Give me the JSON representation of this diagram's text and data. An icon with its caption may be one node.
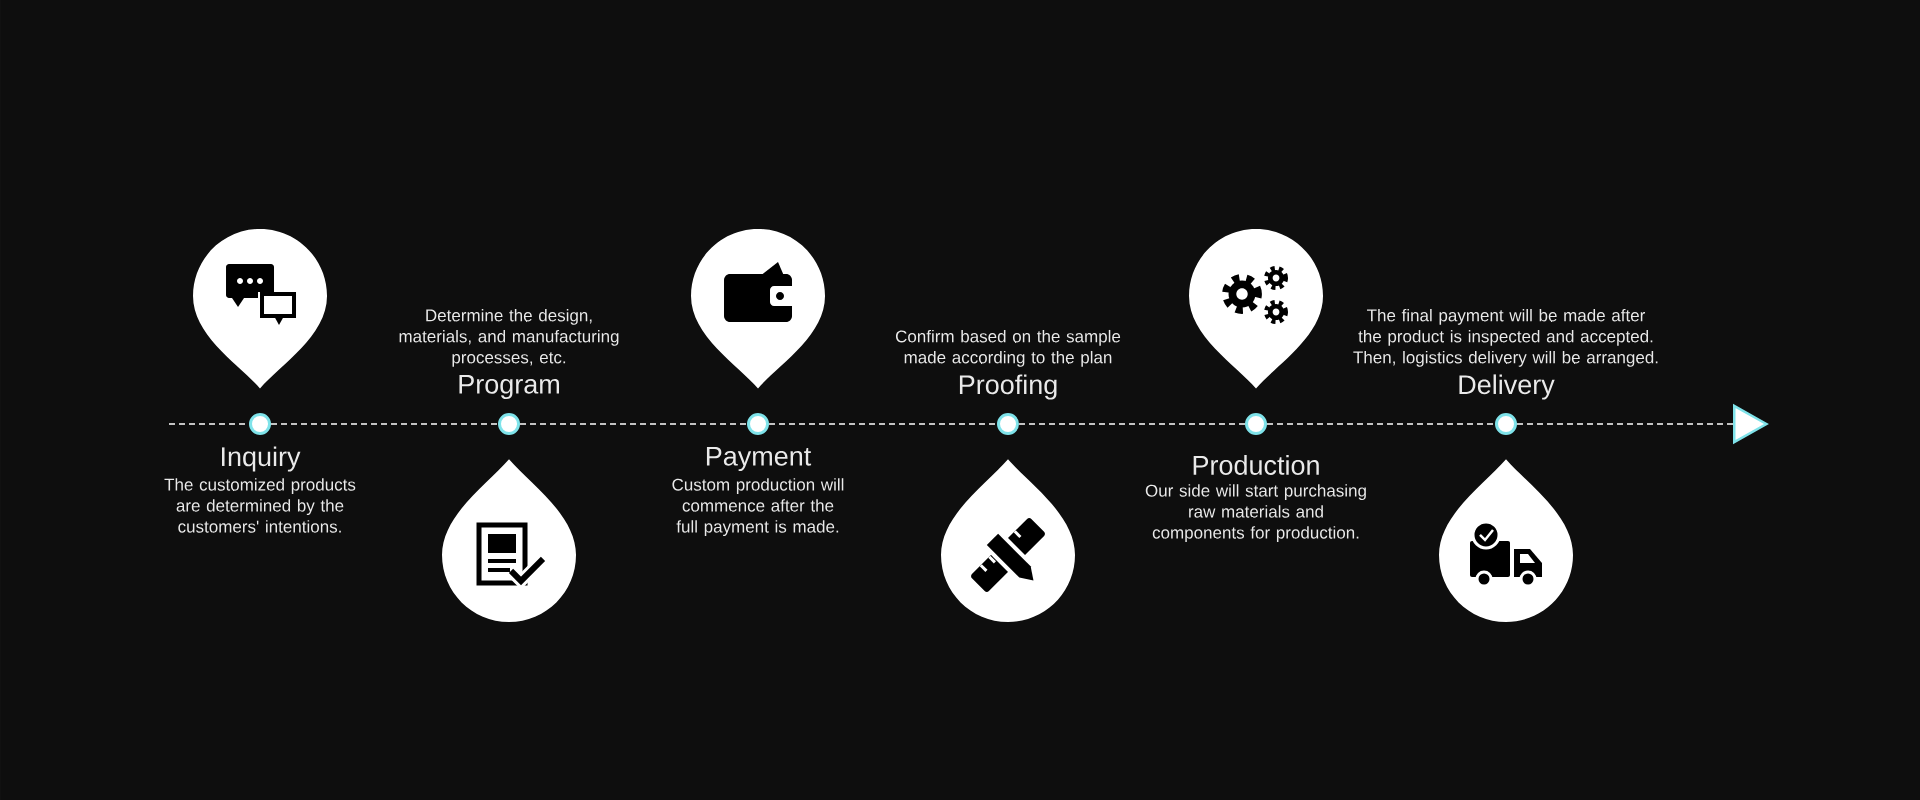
{
  "diagram": {
    "nodes": [
      {
        "text": [],
        "shape": "circle",
        "beside": [
          "Inquiry",
          "The customized products are determined by the customers' intentions."
        ]
      },
      {
        "text": [],
        "shape": "circle",
        "beside": [
          "Program",
          "Determine the design, materials, and manufacturing processes, etc."
        ]
      },
      {
        "text": [],
        "shape": "circle",
        "beside": [
          "Payment",
          "Custom production will commence after the full payment is made."
        ]
      },
      {
        "text": [],
        "shape": "circle",
        "beside": [
          "Proofing",
          "Confirm based on the sample made according to the plan"
        ]
      },
      {
        "text": [],
        "shape": "circle",
        "beside": [
          "Production",
          "Our side will start purchasing raw materials and components for production."
        ]
      },
      {
        "text": [],
        "shape": "circle",
        "beside": [
          "Delivery",
          "The final payment will be made after the product is inspected and accepted. Then, logistics delivery will be arranged."
        ]
      }
    ],
    "edges": [
      {
        "from": null,
        "to": 0,
        "arrow": "none"
      },
      {
        "from": 0,
        "to": 1,
        "arrow": "none"
      },
      {
        "from": 1,
        "to": 2,
        "arrow": "none"
      },
      {
        "from": 2,
        "to": 3,
        "arrow": "none"
      },
      {
        "from": 3,
        "to": 4,
        "arrow": "none"
      },
      {
        "from": 4,
        "to": 5,
        "arrow": "none"
      },
      {
        "from": 5,
        "to": null,
        "arrow": "to"
      }
    ]
  }
}
